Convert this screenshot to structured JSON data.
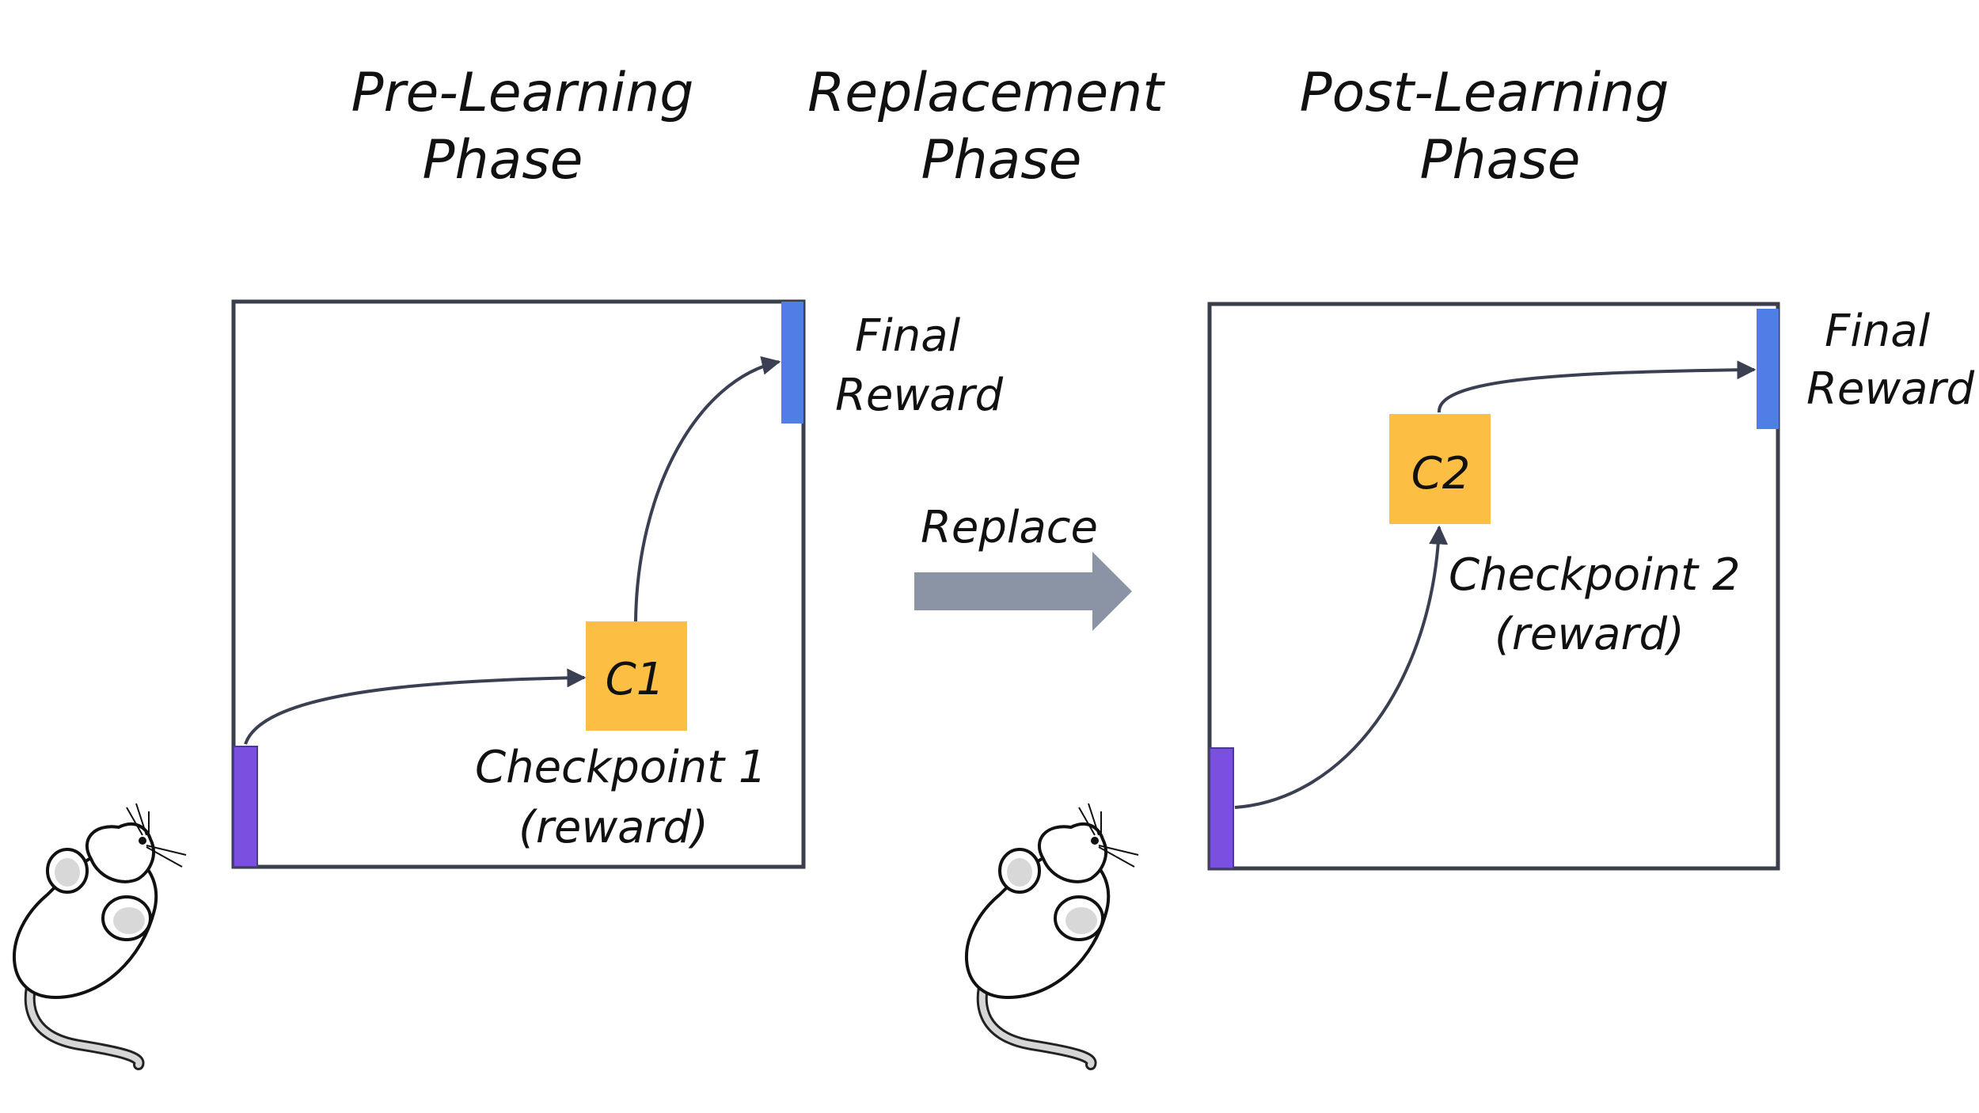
{
  "phases": {
    "pre_learning": {
      "line1": "Pre-Learning",
      "line2": "Phase"
    },
    "replacement": {
      "line1": "Replacement",
      "line2": "Phase"
    },
    "post_learning": {
      "line1": "Post-Learning",
      "line2": "Phase"
    }
  },
  "pre_panel": {
    "final_reward": {
      "line1": "Final",
      "line2": "Reward"
    },
    "checkpoint_box": "C1",
    "checkpoint_label": {
      "line1": "Checkpoint 1",
      "line2": "(reward)"
    }
  },
  "replace_arrow": {
    "label": "Replace"
  },
  "post_panel": {
    "final_reward": {
      "line1": "Final",
      "line2": "Reward"
    },
    "checkpoint_box": "C2",
    "checkpoint_label": {
      "line1": "Checkpoint 2",
      "line2": "(reward)"
    }
  },
  "colors": {
    "panel_border": "#3b3f4c",
    "start_bar": "#7b4fe0",
    "reward_bar": "#4f7fe6",
    "checkpoint": "#fcbf43",
    "path": "#3a3f52",
    "replace_arrow": "#8b94a5"
  },
  "icons": [
    "mouse-icon",
    "mouse-icon"
  ]
}
